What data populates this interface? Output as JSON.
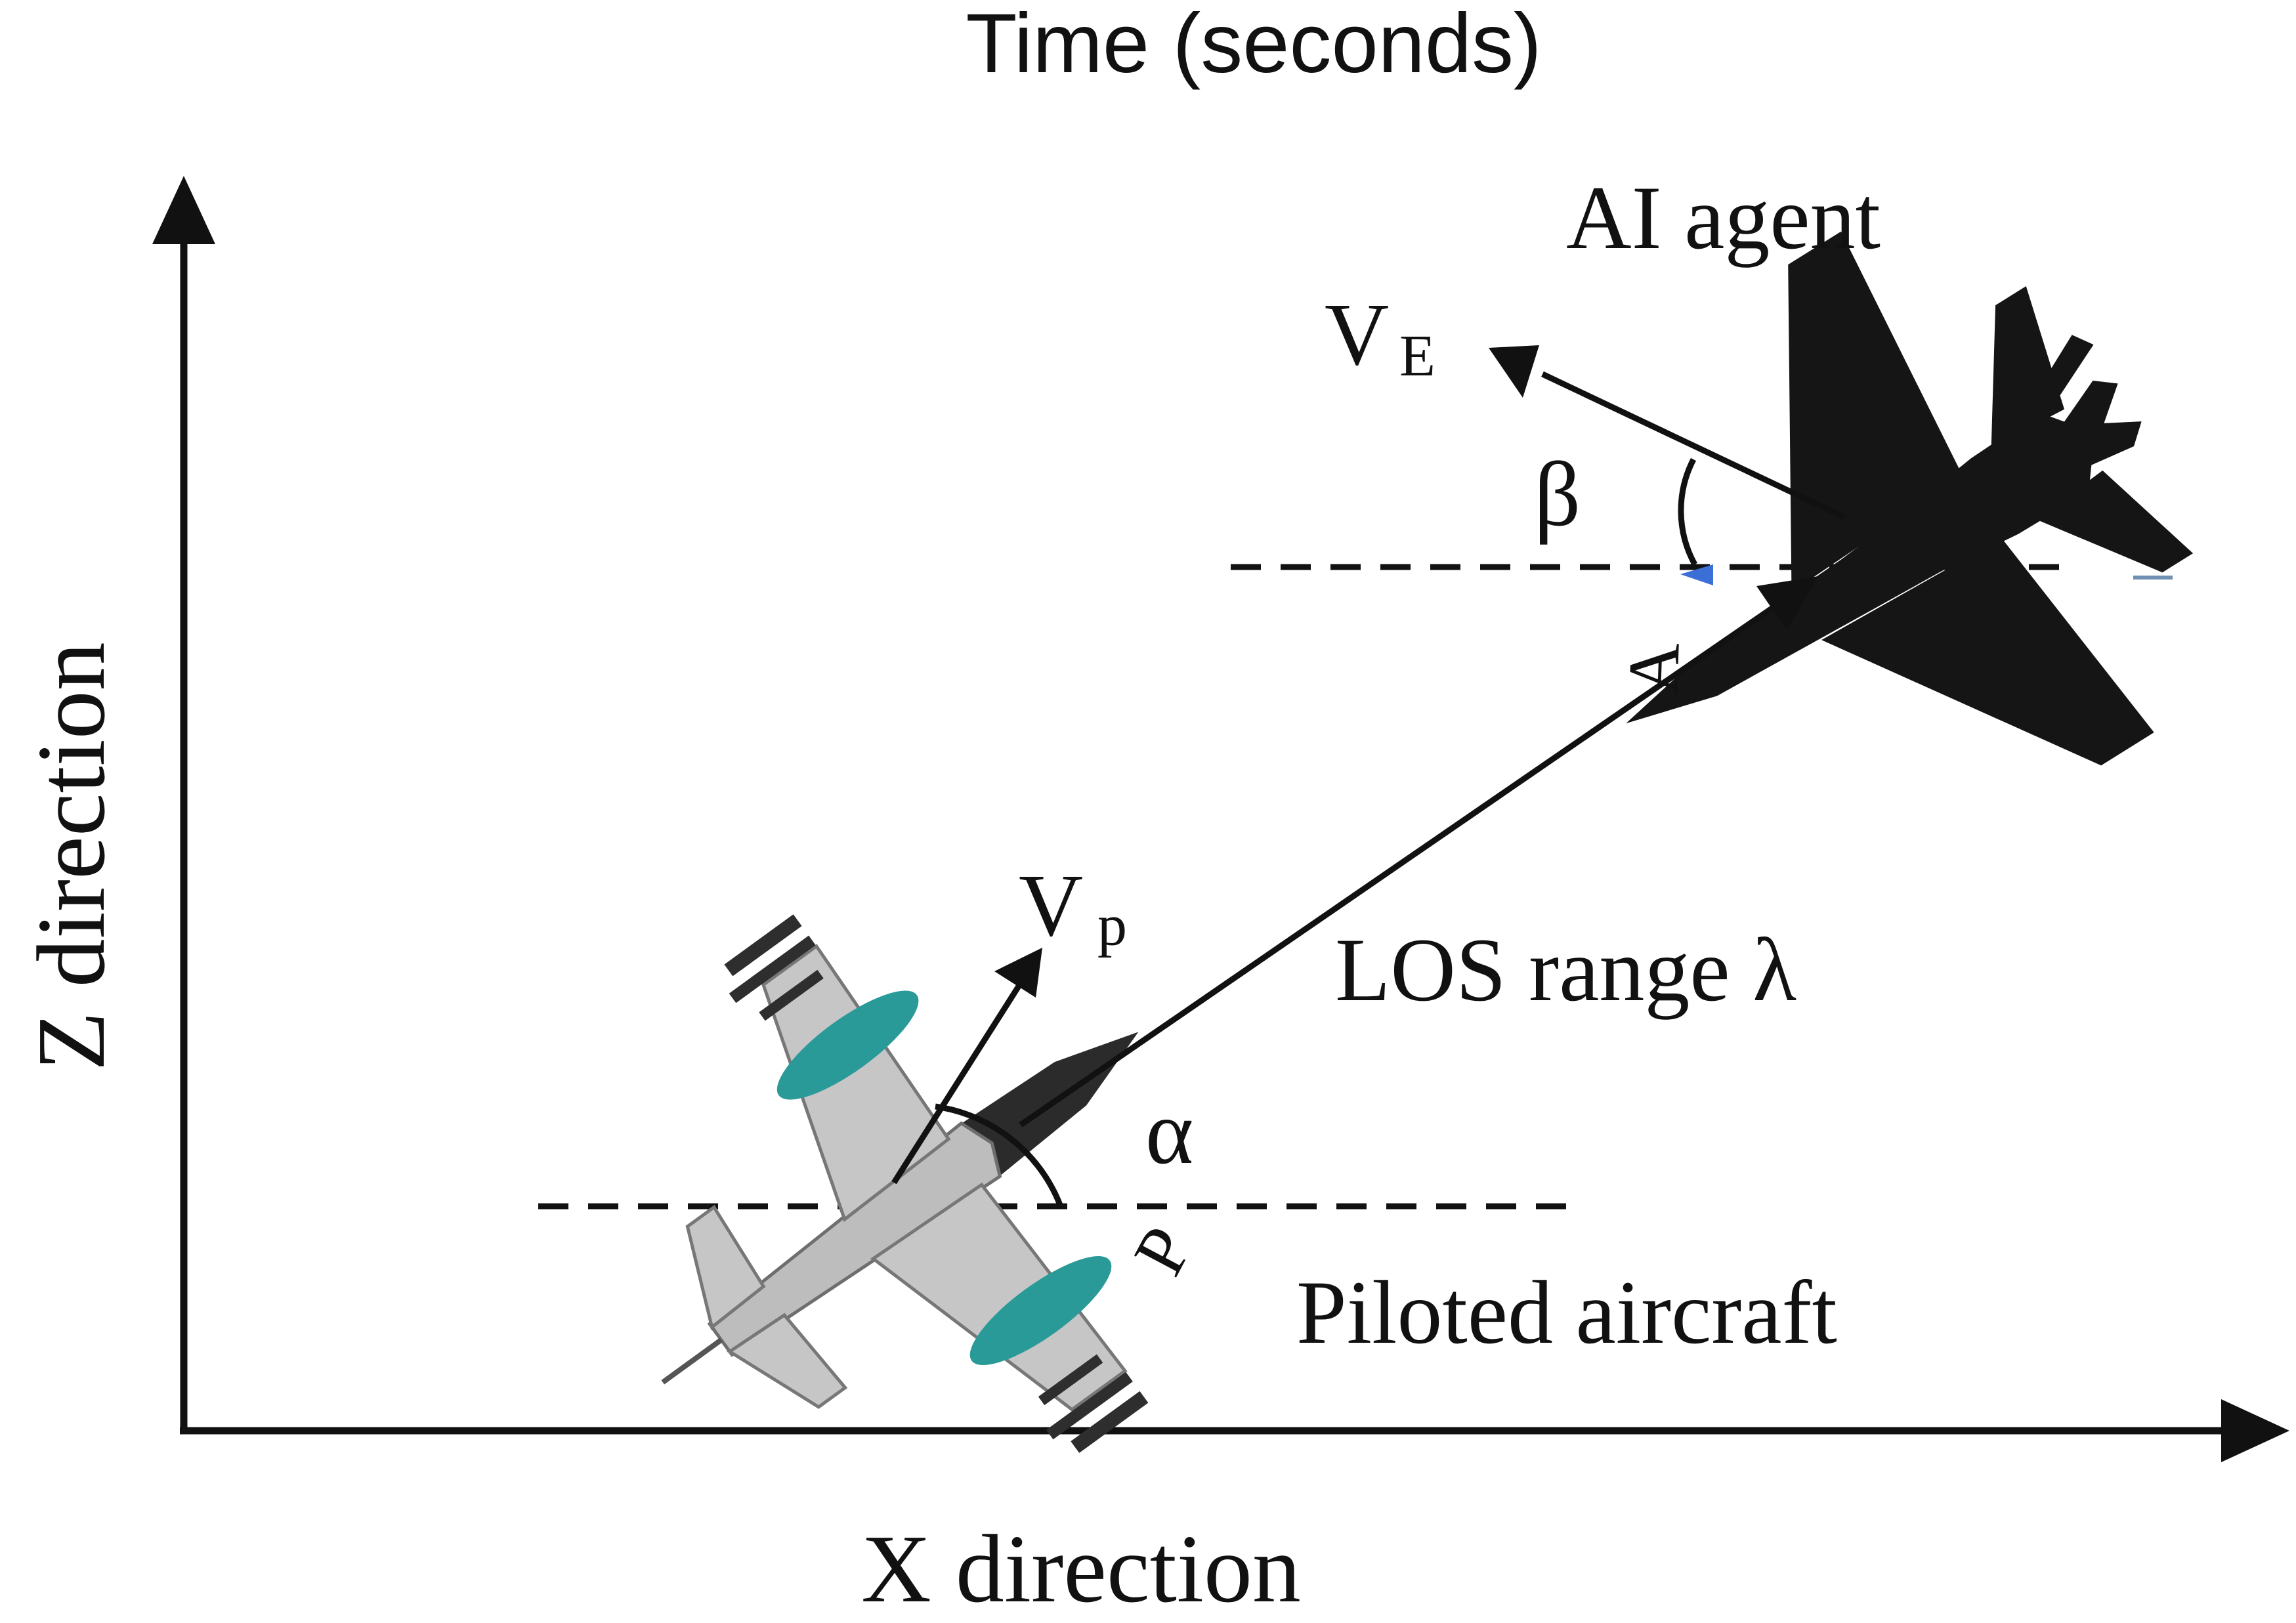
{
  "figure": {
    "top_title": "Time (seconds)",
    "x_axis_label": "X direction",
    "z_axis_label": "Z direction",
    "ai_agent_label": "AI agent",
    "piloted_label": "Piloted aircraft",
    "los_label": "LOS range λ",
    "ve_main": "V",
    "ve_sub": "E",
    "vp_main": "V",
    "vp_sub": "p",
    "alpha_label": "α",
    "beta_label": "β",
    "marker_a": "A",
    "marker_p": "P",
    "colors": {
      "ink": "#111111",
      "ai_jet": "#151515",
      "piloted_body": "#b9b9b9",
      "piloted_tanks": "#2a9a98",
      "accent_blue": "#3b6fd6"
    }
  }
}
